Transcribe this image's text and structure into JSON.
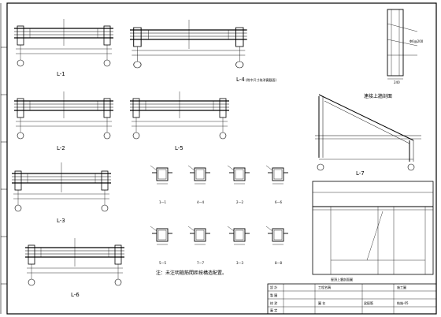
{
  "labels": {
    "s1_1": "L-1",
    "s4": "L-4",
    "s4_note": "(附中尺寸為淨寬截面)",
    "s2": "L-2",
    "s5": "L-5",
    "s3": "L-3",
    "s6": "L-6",
    "l7": "L-7",
    "frame_title": "連接上牆剖面",
    "column_note": "Φ6@200",
    "column_dim": "240",
    "detail_caption": "屋頂上牆剖面圖"
  },
  "small": {
    "s1": "1—1",
    "s2": "4—4",
    "s3": "2—2",
    "s4": "6—6",
    "s5": "5—5",
    "s6": "7—7",
    "s7": "3—3",
    "s8": "8—8"
  },
  "note": "注：未注明箍筋間距按構造配置。",
  "title_block": {
    "design": "設 計",
    "draw": "製 圖",
    "check": "校 對",
    "approve": "審 定",
    "project": "工程名稱",
    "drawing": "圖 名",
    "project_value": "",
    "drawing_value": "梁配筋",
    "stage_value": "施工圖",
    "sheet_value": "結施-05"
  }
}
